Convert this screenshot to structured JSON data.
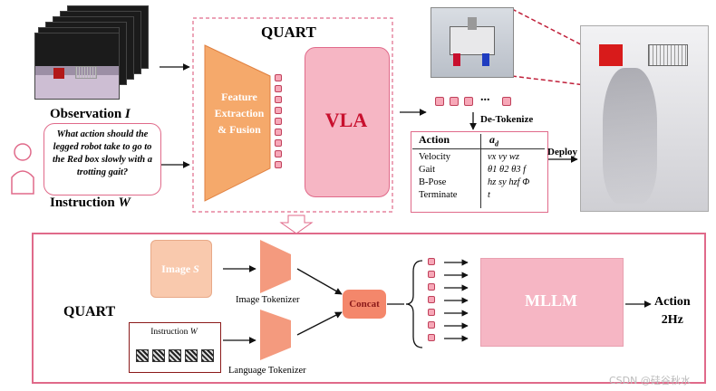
{
  "top": {
    "observation_label": "Observation",
    "observation_var": "I",
    "instruction_text": "What action should the legged robot take to go to the Red box slowly with a trotting gait?",
    "instruction_label": "Instruction",
    "instruction_var": "W",
    "quart_title": "QUART",
    "feature_block": "Feature Extraction & Fusion",
    "vla_block": "VLA",
    "detokenize_label": "De-Tokenize",
    "deploy_label": "Deploy",
    "token_ellipsis": "..."
  },
  "action_table": {
    "col1_header": "Action",
    "col2_header": "a",
    "col2_sub": "d",
    "rows": [
      {
        "name": "Velocity",
        "value": "vx vy wz"
      },
      {
        "name": "Gait",
        "value": "θ1 θ2 θ3 f"
      },
      {
        "name": "B-Pose",
        "value": "hz sy hzf Φ"
      },
      {
        "name": "Terminate",
        "value": "t"
      }
    ]
  },
  "bottom": {
    "quart_label": "QUART",
    "image_box": "Image",
    "image_var": "S",
    "instruction_box": "Instruction",
    "instruction_var": "W",
    "image_tokenizer": "Image Tokenizer",
    "language_tokenizer": "Language Tokenizer",
    "concat": "Concat",
    "mllm": "MLLM",
    "action_out": "Action",
    "action_freq": "2Hz"
  },
  "watermark": "CSDN @硅谷秋水",
  "colors": {
    "pink_border": "#e06a8a",
    "vla_fill": "#f6b6c4",
    "feature_fill": "#f5a96b",
    "mllm_fill": "#f6b6c4",
    "tokenizer_fill": "#f49a7e",
    "concat_fill": "#f4876b",
    "image_box_fill": "#f9c9ad"
  }
}
